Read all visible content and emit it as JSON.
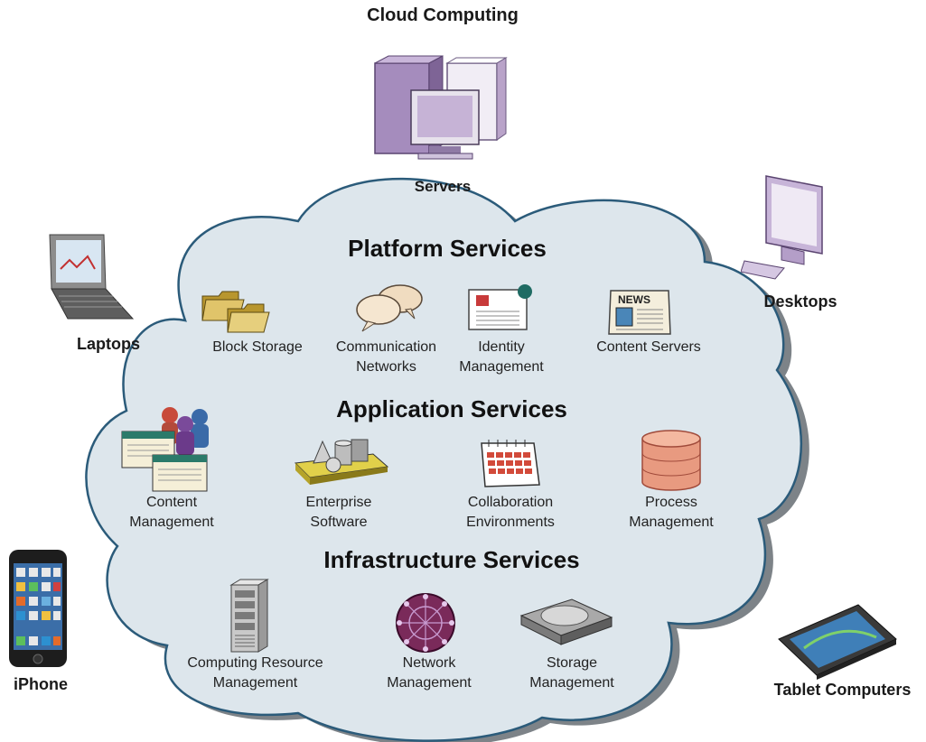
{
  "diagram": {
    "title": "Cloud Computing",
    "servers_label": "Servers",
    "devices": {
      "laptops": "Laptops",
      "desktops": "Desktops",
      "iphone": "iPhone",
      "tablets": "Tablet Computers"
    },
    "sections": {
      "platform": {
        "heading": "Platform Services",
        "items": [
          {
            "line1": "Block Storage",
            "line2": ""
          },
          {
            "line1": "Communication",
            "line2": "Networks"
          },
          {
            "line1": "Identity",
            "line2": "Management"
          },
          {
            "line1": "Content Servers",
            "line2": ""
          }
        ]
      },
      "application": {
        "heading": "Application Services",
        "items": [
          {
            "line1": "Content",
            "line2": "Management"
          },
          {
            "line1": "Enterprise",
            "line2": "Software"
          },
          {
            "line1": "Collaboration",
            "line2": "Environments"
          },
          {
            "line1": "Process",
            "line2": "Management"
          }
        ]
      },
      "infrastructure": {
        "heading": "Infrastructure Services",
        "items": [
          {
            "line1": "Computing Resource",
            "line2": "Management"
          },
          {
            "line1": "Network",
            "line2": "Management"
          },
          {
            "line1": "Storage",
            "line2": "Management"
          }
        ]
      }
    },
    "news_tag": "NEWS",
    "colors": {
      "cloud_fill": "#dde6ec",
      "cloud_stroke": "#2b5b7a",
      "cloud_shadow": "#7d8388",
      "server_purple": "#b9a3c9"
    }
  }
}
